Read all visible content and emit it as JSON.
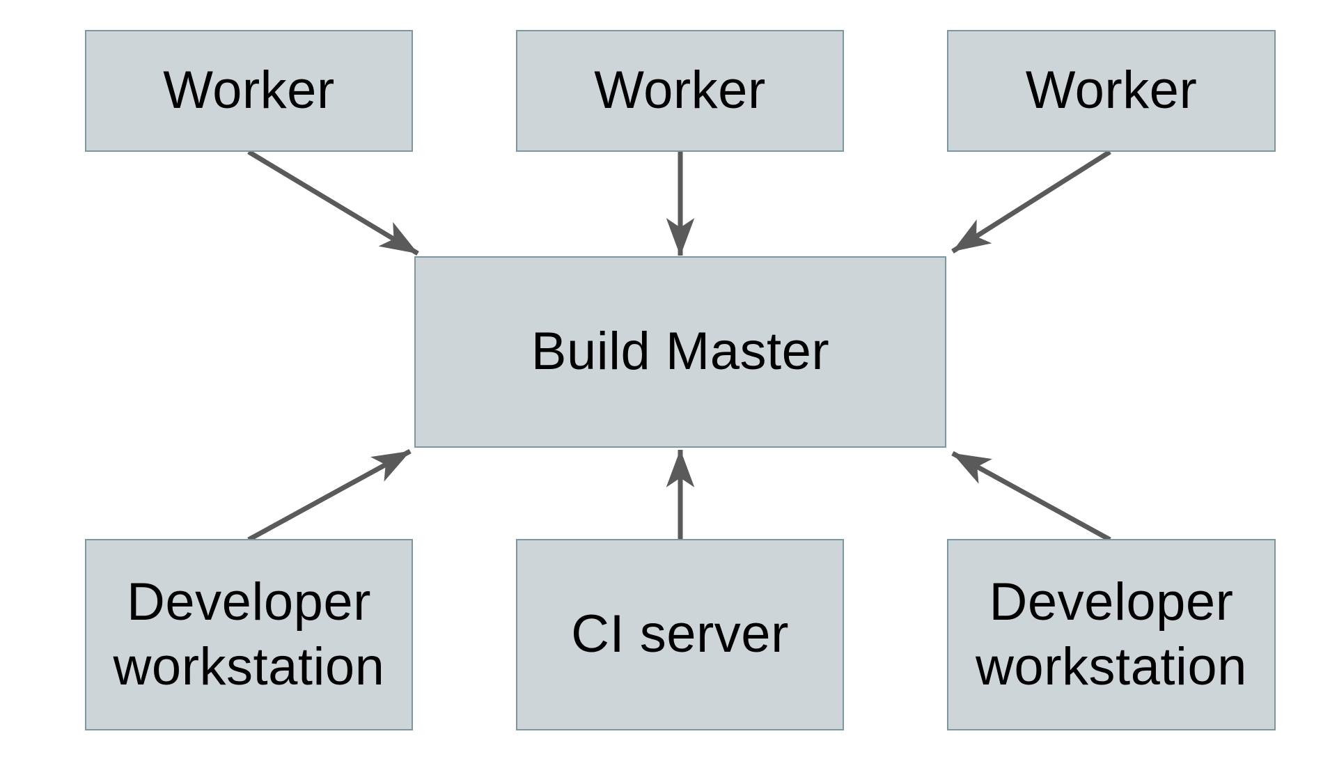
{
  "diagram": {
    "type": "architecture-diagram",
    "nodes": {
      "worker_left": {
        "label": "Worker"
      },
      "worker_center": {
        "label": "Worker"
      },
      "worker_right": {
        "label": "Worker"
      },
      "build_master": {
        "label": "Build Master"
      },
      "dev_workstation_left": {
        "label": "Developer workstation"
      },
      "ci_server": {
        "label": "CI server"
      },
      "dev_workstation_right": {
        "label": "Developer workstation"
      }
    },
    "edges": [
      {
        "from": "worker_left",
        "to": "build_master"
      },
      {
        "from": "worker_center",
        "to": "build_master"
      },
      {
        "from": "worker_right",
        "to": "build_master"
      },
      {
        "from": "dev_workstation_left",
        "to": "build_master"
      },
      {
        "from": "ci_server",
        "to": "build_master"
      },
      {
        "from": "dev_workstation_right",
        "to": "build_master"
      }
    ],
    "colors": {
      "node_fill": "#cdd5d8",
      "node_border": "#7c97a1",
      "arrow": "#5a5a5a",
      "text": "#000000",
      "background": "#ffffff"
    }
  }
}
